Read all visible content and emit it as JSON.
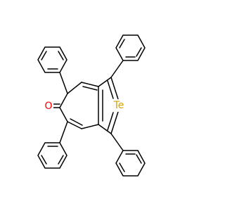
{
  "molecule": {
    "atom_labels": [
      {
        "id": "oxygen",
        "text": "O",
        "color": "#ff0000"
      },
      {
        "id": "tellurium",
        "text": "Te",
        "color": "#d4a300"
      }
    ]
  }
}
